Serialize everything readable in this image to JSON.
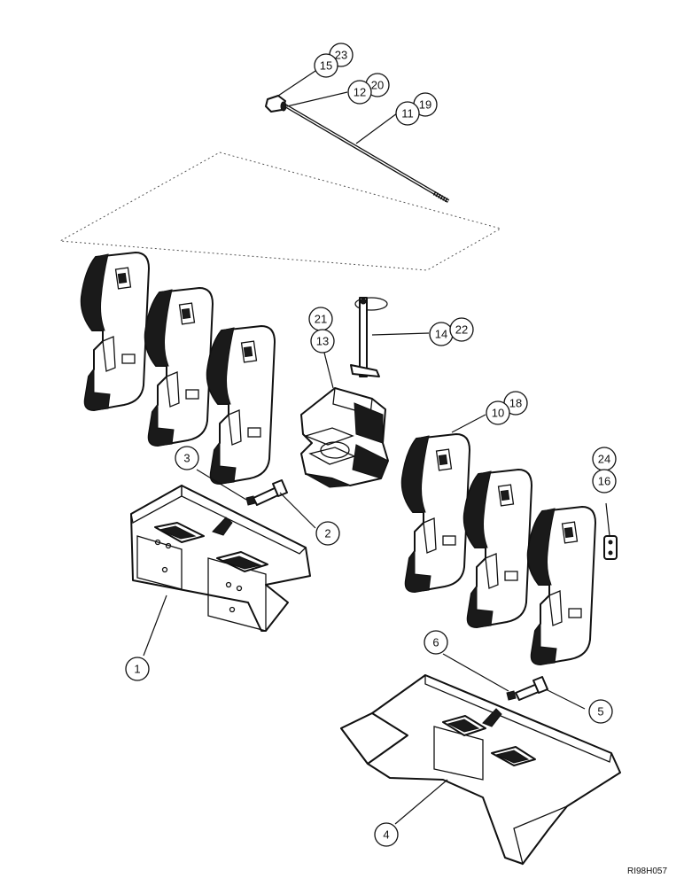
{
  "drawing_code": "RI98H057",
  "callouts": {
    "c1": "1",
    "c2": "2",
    "c3": "3",
    "c4": "4",
    "c5": "5",
    "c6": "6",
    "c10": "10",
    "c11": "11",
    "c12": "12",
    "c13": "13",
    "c14": "14",
    "c15": "15",
    "c16": "16",
    "c18": "18",
    "c19": "19",
    "c20": "20",
    "c21": "21",
    "c22": "22",
    "c23": "23",
    "c24": "24"
  }
}
